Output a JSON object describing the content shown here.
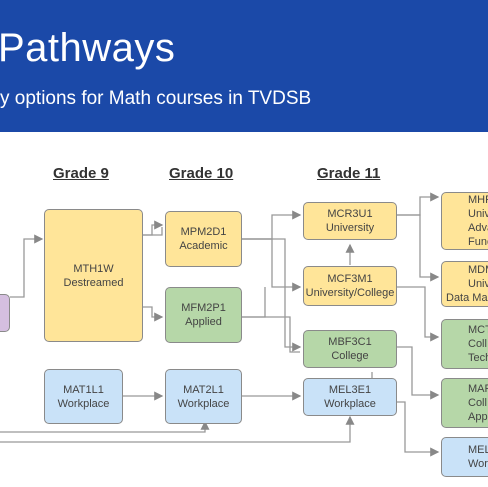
{
  "banner": {
    "title": "Pathways",
    "subtitle": "y options for Math courses in TVDSB"
  },
  "grades": {
    "g9": "Grade 9",
    "g10": "Grade 10",
    "g11": "Grade 11"
  },
  "courses": {
    "mth1w": {
      "code": "MTH1W",
      "type": "Destreamed"
    },
    "mpm2d1": {
      "code": "MPM2D1",
      "type": "Academic"
    },
    "mfm2p1": {
      "code": "MFM2P1",
      "type": "Applied"
    },
    "mat1l1": {
      "code": "MAT1L1",
      "type": "Workplace"
    },
    "mat2l1": {
      "code": "MAT2L1",
      "type": "Workplace"
    },
    "mcr3u1": {
      "code": "MCR3U1",
      "type": "University"
    },
    "mcf3m1": {
      "code": "MCF3M1",
      "type": "University/College"
    },
    "mbf3c1": {
      "code": "MBF3C1",
      "type": "College"
    },
    "mel3e1": {
      "code": "MEL3E1",
      "type": "Workplace"
    }
  },
  "grade12_partial": [
    {
      "lines": [
        "MHF",
        "Unive",
        "Adva",
        "Func"
      ]
    },
    {
      "lines": [
        "MDM",
        "Unive",
        "Data Mana"
      ]
    },
    {
      "lines": [
        "MCT",
        "Coll",
        "Techn"
      ]
    },
    {
      "lines": [
        "MAP",
        "Coll",
        "Appren"
      ]
    },
    {
      "lines": [
        "MEL",
        "Work"
      ]
    }
  ],
  "colors": {
    "banner": "#1b49a8",
    "university": "#ffe599",
    "college": "#b6d7a8",
    "workplace": "#c9e2f8",
    "locally_developed": "#d5bfe0"
  }
}
